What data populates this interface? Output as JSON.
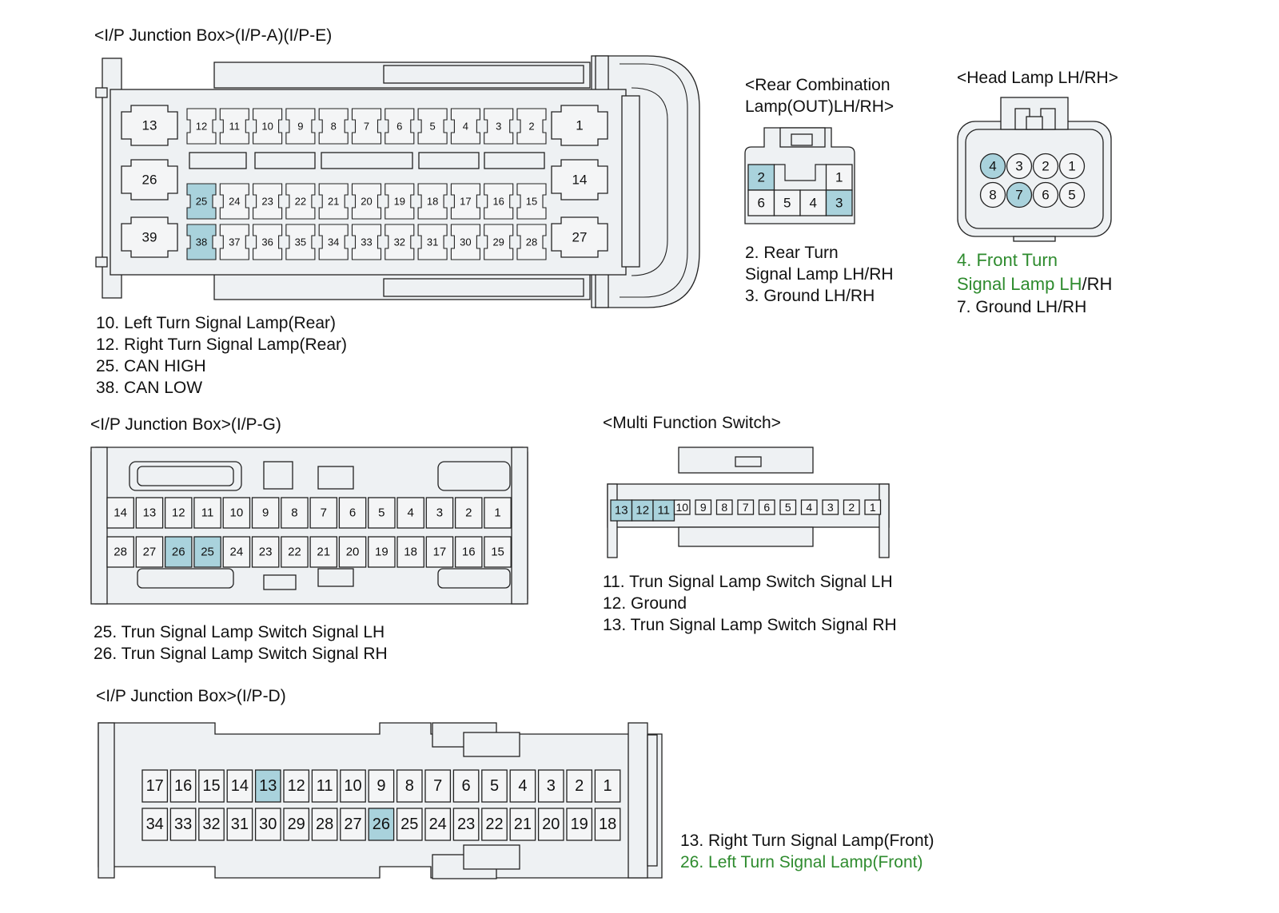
{
  "colors": {
    "housing": "#eef1f3",
    "pin": "#f4f5f6",
    "highlight": "#a9d2dc",
    "outline": "#222222",
    "note_green": "#2e8b2e"
  },
  "ipa": {
    "title": "<I/P Junction Box>(I/P-A)(I/P-E)",
    "legend": [
      {
        "text": "10. Left Turn Signal Lamp(Rear)",
        "green": false
      },
      {
        "text": "12. Right Turn Signal Lamp(Rear)",
        "green": false
      },
      {
        "text": "25. CAN HIGH",
        "green": false
      },
      {
        "text": "38. CAN LOW",
        "green": false
      }
    ],
    "big_pins": [
      "13",
      "26",
      "39",
      "1",
      "14",
      "27"
    ],
    "row1": [
      "12",
      "11",
      "10",
      "9",
      "8",
      "7",
      "6",
      "5",
      "4",
      "3",
      "2"
    ],
    "row2": [
      "25",
      "24",
      "23",
      "22",
      "21",
      "20",
      "19",
      "18",
      "17",
      "16",
      "15"
    ],
    "row3": [
      "38",
      "37",
      "36",
      "35",
      "34",
      "33",
      "32",
      "31",
      "30",
      "29",
      "28"
    ],
    "highlighted": [
      "25",
      "38"
    ]
  },
  "rear_combo": {
    "title_line1": "<Rear Combination",
    "title_line2": "Lamp(OUT)LH/RH>",
    "top_row": [
      "2",
      "",
      "",
      "1"
    ],
    "bottom_row": [
      "6",
      "5",
      "4",
      "3"
    ],
    "highlighted": [
      "2",
      "3"
    ],
    "notes": [
      {
        "text": "2. Rear Turn",
        "green": false
      },
      {
        "text": "Signal Lamp LH/RH",
        "green": false
      },
      {
        "text": "3. Ground LH/RH",
        "green": false
      }
    ]
  },
  "head_lamp": {
    "title": "<Head Lamp LH/RH>",
    "row1": [
      "4",
      "3",
      "2",
      "1"
    ],
    "row2": [
      "8",
      "7",
      "6",
      "5"
    ],
    "highlighted": [
      "4",
      "7"
    ],
    "note1": "4. Front Turn",
    "note2_green": "Signal Lamp LH",
    "note2_black": "/RH",
    "note3": "7. Ground LH/RH"
  },
  "ipg": {
    "title": "<I/P Junction Box>(I/P-G)",
    "row1": [
      "14",
      "13",
      "12",
      "11",
      "10",
      "9",
      "8",
      "7",
      "6",
      "5",
      "4",
      "3",
      "2",
      "1"
    ],
    "row2": [
      "28",
      "27",
      "26",
      "25",
      "24",
      "23",
      "22",
      "21",
      "20",
      "19",
      "18",
      "17",
      "16",
      "15"
    ],
    "highlighted": [
      "25",
      "26"
    ],
    "legend": [
      {
        "text": "25. Trun Signal Lamp Switch Signal LH",
        "green": false
      },
      {
        "text": "26. Trun Signal Lamp Switch Signal RH",
        "green": false
      }
    ]
  },
  "mfs": {
    "title": "<Multi Function Switch>",
    "pins": [
      "13",
      "12",
      "11",
      "10",
      "9",
      "8",
      "7",
      "6",
      "5",
      "4",
      "3",
      "2",
      "1"
    ],
    "highlighted": [
      "11",
      "12",
      "13"
    ],
    "legend": [
      {
        "text": "11. Trun Signal Lamp Switch Signal LH",
        "green": false
      },
      {
        "text": "12. Ground",
        "green": false
      },
      {
        "text": "13. Trun Signal Lamp Switch Signal RH",
        "green": false
      }
    ]
  },
  "ipd": {
    "title": "<I/P Junction Box>(I/P-D)",
    "row1": [
      "17",
      "16",
      "15",
      "14",
      "13",
      "12",
      "11",
      "10",
      "9",
      "8",
      "7",
      "6",
      "5",
      "4",
      "3",
      "2",
      "1"
    ],
    "row2": [
      "34",
      "33",
      "32",
      "31",
      "30",
      "29",
      "28",
      "27",
      "26",
      "25",
      "24",
      "23",
      "22",
      "21",
      "20",
      "19",
      "18"
    ],
    "highlighted": [
      "13",
      "26"
    ],
    "legend": [
      {
        "text": "13. Right Turn Signal Lamp(Front)",
        "green": false
      },
      {
        "text": "26. Left Turn Signal Lamp(Front)",
        "green": true
      }
    ]
  }
}
